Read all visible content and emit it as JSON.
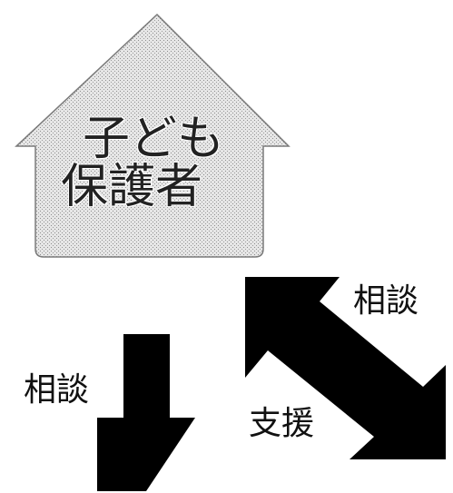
{
  "house": {
    "line1": "子ども",
    "line2": "保護者"
  },
  "labels": {
    "consult_left": "相談",
    "consult_right": "相談",
    "support": "支援"
  },
  "colors": {
    "house_fill": "#d9d9d9",
    "house_stroke": "#7a7a7a",
    "arrow": "#000000",
    "text": "#111111"
  }
}
